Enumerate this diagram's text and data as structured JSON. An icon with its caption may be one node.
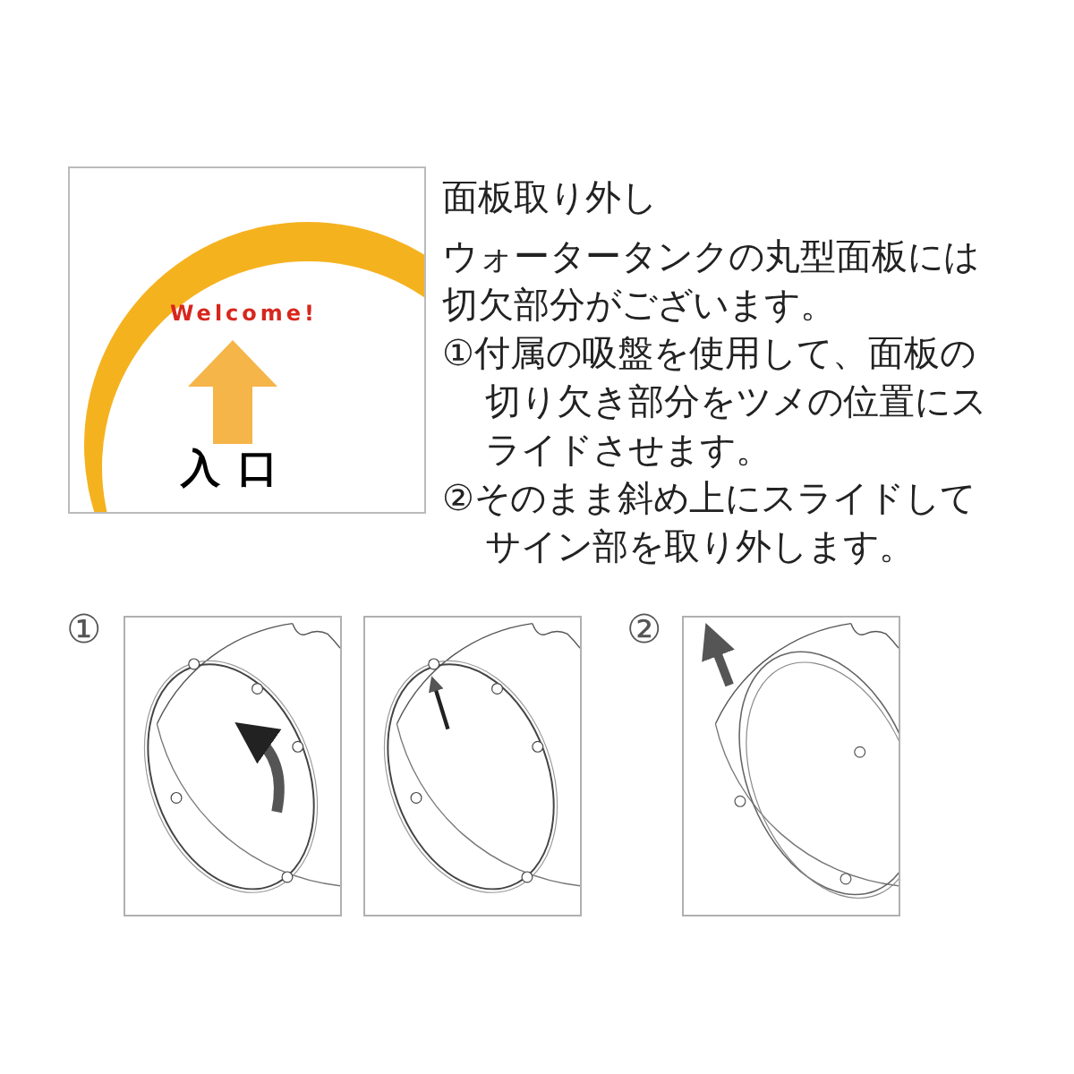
{
  "diagram": {
    "title": "面板取り外し",
    "labels": [
      "ウォータータンクの丸型面板には切欠部分がございます。",
      "①付属の吸盤を使用して、面板の切り欠き部分をツメの位置にスライドさせます。",
      "②そのまま斜め上にスライドしてサイン部を取り外します。",
      "Welcome!",
      "入口",
      "①",
      "②"
    ]
  }
}
